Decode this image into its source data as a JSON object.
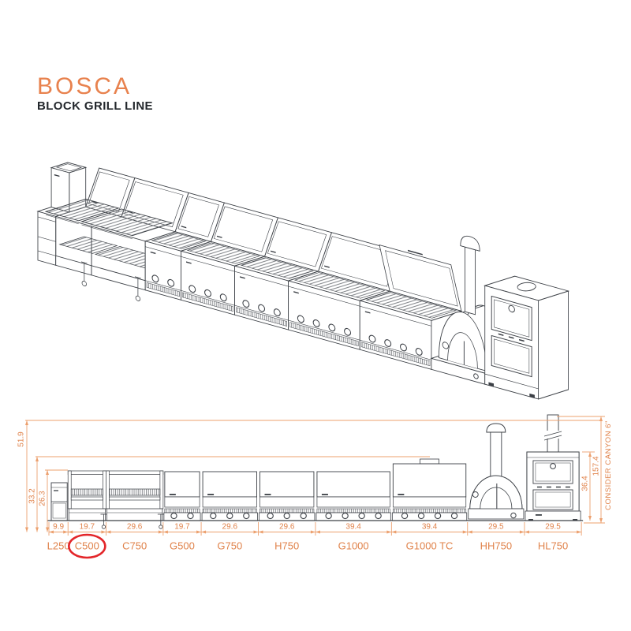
{
  "header": {
    "brand": "BOSCA",
    "subtitle": "BLOCK GRILL LINE"
  },
  "colors": {
    "accent_text": "#E0824A",
    "accent_line": "#ECA06E",
    "highlight_red": "#E3262A",
    "ink": "#3C4046"
  },
  "drawing": {
    "note_rotated": "CONSIDER CANYON 6\""
  },
  "elevation": {
    "total_height": "51.9",
    "body_height": "33.2",
    "counter_height": "26.3",
    "oven_height": "36.4",
    "chimney_height": "157.4",
    "modules": [
      {
        "name": "L250",
        "width": "9.9",
        "type": "side-table"
      },
      {
        "name": "C500",
        "width": "19.7",
        "type": "charcoal",
        "highlighted": true
      },
      {
        "name": "C750",
        "width": "29.6",
        "type": "charcoal"
      },
      {
        "name": "G500",
        "width": "19.7",
        "type": "gas",
        "knobs": 2
      },
      {
        "name": "G750",
        "width": "29.6",
        "type": "gas",
        "knobs": 3
      },
      {
        "name": "H750",
        "width": "29.6",
        "type": "gas",
        "knobs": 3
      },
      {
        "name": "G1000",
        "width": "39.4",
        "type": "gas",
        "knobs": 4
      },
      {
        "name": "G1000 TC",
        "width": "39.4",
        "type": "gas-top-cover",
        "knobs": 4
      },
      {
        "name": "HH750",
        "width": "29.5",
        "type": "dome-oven"
      },
      {
        "name": "HL750",
        "width": "29.5",
        "type": "block-oven"
      }
    ]
  }
}
